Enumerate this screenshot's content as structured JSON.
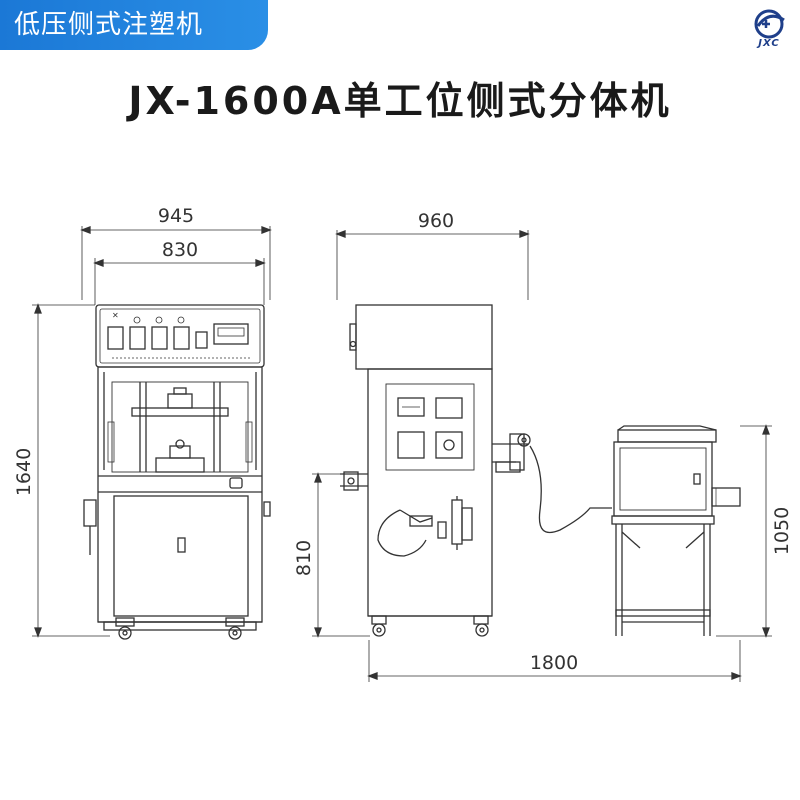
{
  "header": {
    "tag": "低压侧式注塑机",
    "logo_text": "JXC",
    "title": "JX-1600A单工位侧式分体机"
  },
  "dimensions": {
    "front_outer_width": "945",
    "front_inner_width": "830",
    "front_height": "1640",
    "side_width": "960",
    "side_table_height": "810",
    "unit_height": "1050",
    "total_length": "1800"
  },
  "colors": {
    "tag_bg": "#1b78d6",
    "line": "#333333",
    "logo_blue": "#1f3f8a"
  }
}
